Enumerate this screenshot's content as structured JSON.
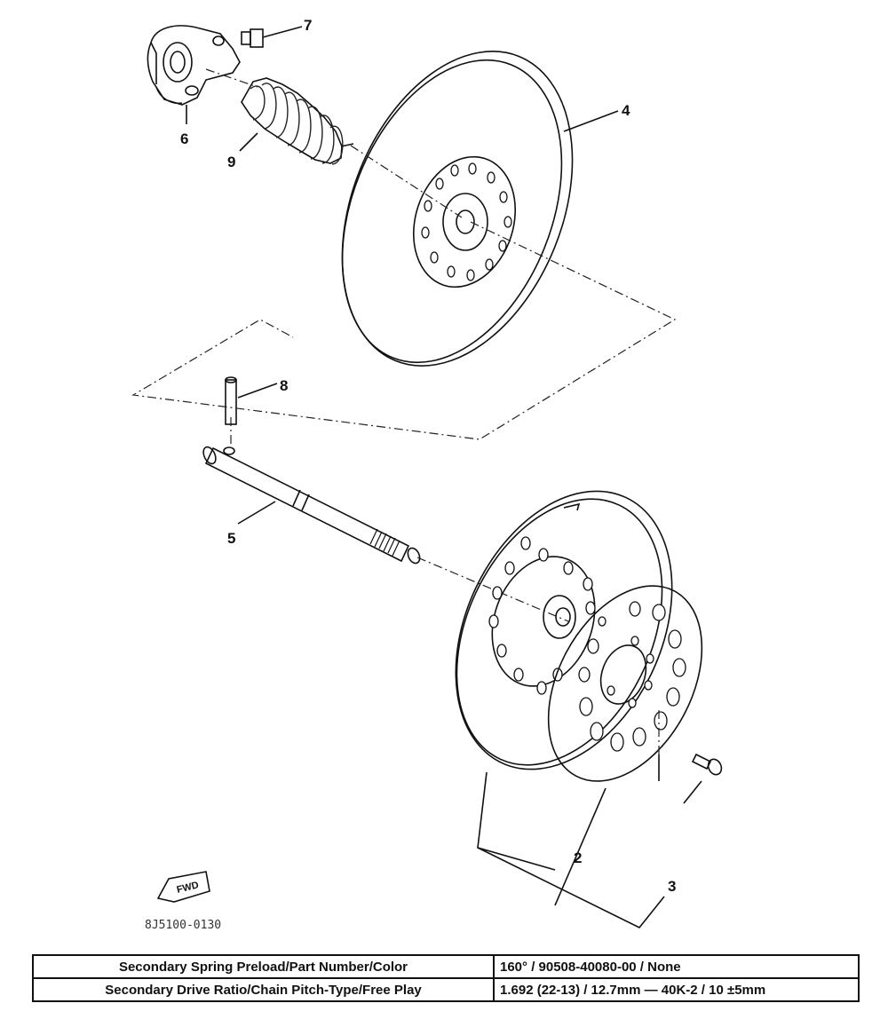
{
  "diagram": {
    "callouts": {
      "p2": "2",
      "p3": "3",
      "p4": "4",
      "p5": "5",
      "p6": "6",
      "p7": "7",
      "p8": "8",
      "p9": "9"
    },
    "fwd_label": "FWD",
    "figure_code": "8J5100-0130"
  },
  "spec_table": {
    "rows": [
      {
        "label": "Secondary Spring Preload/Part Number/Color",
        "value": "160° / 90508-40080-00 / None"
      },
      {
        "label": "Secondary Drive Ratio/Chain Pitch-Type/Free Play",
        "value": "1.692 (22-13) / 12.7mm — 40K-2 / 10 ±5mm"
      }
    ]
  }
}
